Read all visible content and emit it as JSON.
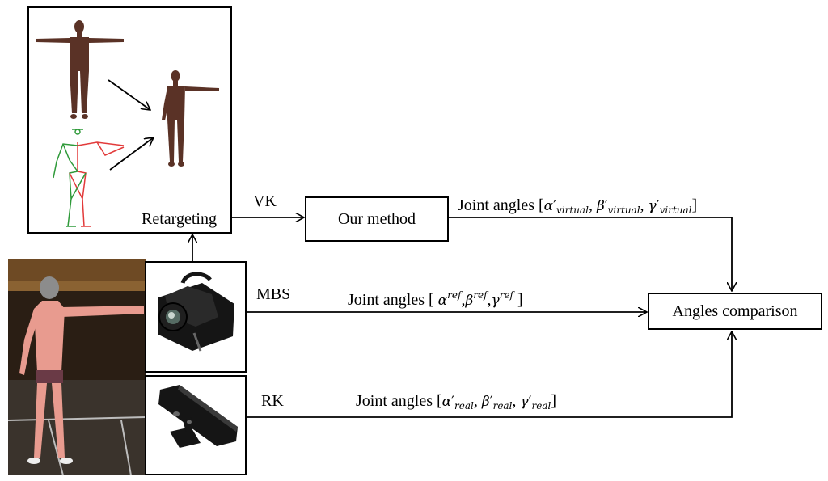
{
  "labels": {
    "retargeting": "Retargeting",
    "vk": "VK",
    "mbs": "MBS",
    "rk": "RK",
    "our_method": "Our method",
    "angles_comparison": "Angles comparison"
  },
  "equations": {
    "prefix": "Joint angles",
    "virtual": {
      "alpha": "α",
      "beta": "β",
      "gamma": "γ",
      "sub": "virtual",
      "prime": "′"
    },
    "ref": {
      "alpha": "α",
      "beta": "β",
      "gamma": "γ",
      "sup": "ref"
    },
    "real": {
      "alpha": "α",
      "beta": "β",
      "gamma": "γ",
      "sub": "real",
      "prime": "′"
    }
  },
  "colors": {
    "skin": "#5a3226",
    "skin_light": "#8a5140",
    "skeleton_red": "#e23a3a",
    "skeleton_green": "#2f9a3a",
    "photo_bg": "#2a1e14",
    "photo_body": "#e89b8f",
    "device": "#151515"
  }
}
